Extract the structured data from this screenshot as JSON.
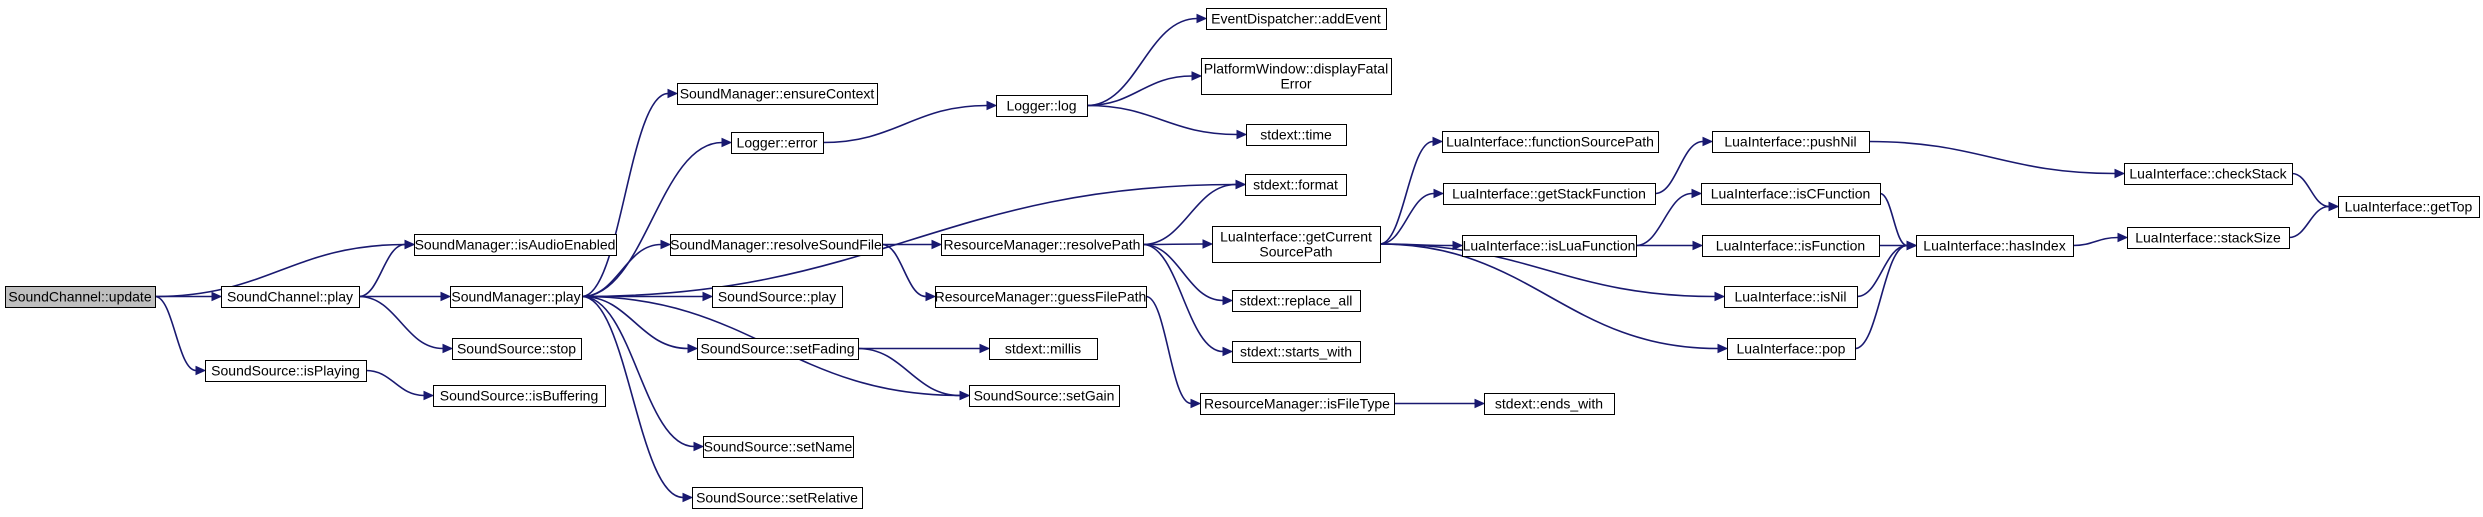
{
  "diagram": {
    "nodes": [
      {
        "id": "n1",
        "label": "SoundChannel::update",
        "root": true
      },
      {
        "id": "n2",
        "label": "SoundChannel::play"
      },
      {
        "id": "n3",
        "label": "SoundSource::isPlaying"
      },
      {
        "id": "n4",
        "label": "SoundManager::isAudioEnabled"
      },
      {
        "id": "n5",
        "label": "SoundManager::play"
      },
      {
        "id": "n6",
        "label": "SoundSource::stop"
      },
      {
        "id": "n7",
        "label": "SoundSource::isBuffering"
      },
      {
        "id": "n8",
        "label": "SoundManager::ensureContext"
      },
      {
        "id": "n9",
        "label": "Logger::error"
      },
      {
        "id": "n10",
        "label": "SoundManager::resolveSoundFile"
      },
      {
        "id": "n11",
        "label": "SoundSource::play"
      },
      {
        "id": "n12",
        "label": "SoundSource::setFading"
      },
      {
        "id": "n13",
        "label": "SoundSource::setName"
      },
      {
        "id": "n14",
        "label": "SoundSource::setRelative"
      },
      {
        "id": "n15",
        "label": "Logger::log"
      },
      {
        "id": "n16",
        "label": "ResourceManager::resolvePath"
      },
      {
        "id": "n17",
        "label": "ResourceManager::guessFilePath"
      },
      {
        "id": "n18",
        "label": "stdext::millis"
      },
      {
        "id": "n19",
        "label": "SoundSource::setGain"
      },
      {
        "id": "n20",
        "label": "EventDispatcher::addEvent"
      },
      {
        "id": "n21",
        "label": [
          "PlatformWindow::displayFatal",
          "Error"
        ]
      },
      {
        "id": "n22",
        "label": "stdext::time"
      },
      {
        "id": "n23",
        "label": "stdext::format"
      },
      {
        "id": "n24",
        "label": [
          "LuaInterface::getCurrent",
          "SourcePath"
        ]
      },
      {
        "id": "n25",
        "label": "stdext::replace_all"
      },
      {
        "id": "n26",
        "label": "stdext::starts_with"
      },
      {
        "id": "n27",
        "label": "ResourceManager::isFileType"
      },
      {
        "id": "n28",
        "label": "LuaInterface::functionSourcePath"
      },
      {
        "id": "n29",
        "label": "LuaInterface::getStackFunction"
      },
      {
        "id": "n30",
        "label": "LuaInterface::isLuaFunction"
      },
      {
        "id": "n31",
        "label": "stdext::ends_with"
      },
      {
        "id": "n32",
        "label": "LuaInterface::pushNil"
      },
      {
        "id": "n33",
        "label": "LuaInterface::isCFunction"
      },
      {
        "id": "n34",
        "label": "LuaInterface::isFunction"
      },
      {
        "id": "n35",
        "label": "LuaInterface::isNil"
      },
      {
        "id": "n36",
        "label": "LuaInterface::pop"
      },
      {
        "id": "n37",
        "label": "LuaInterface::hasIndex"
      },
      {
        "id": "n38",
        "label": "LuaInterface::checkStack"
      },
      {
        "id": "n39",
        "label": "LuaInterface::stackSize"
      },
      {
        "id": "n40",
        "label": "LuaInterface::getTop"
      }
    ],
    "edges": [
      [
        "n1",
        "n2"
      ],
      [
        "n1",
        "n3"
      ],
      [
        "n1",
        "n4"
      ],
      [
        "n2",
        "n4"
      ],
      [
        "n2",
        "n5"
      ],
      [
        "n2",
        "n6"
      ],
      [
        "n3",
        "n7"
      ],
      [
        "n5",
        "n8"
      ],
      [
        "n5",
        "n9"
      ],
      [
        "n5",
        "n23"
      ],
      [
        "n5",
        "n10"
      ],
      [
        "n5",
        "n11"
      ],
      [
        "n5",
        "n12"
      ],
      [
        "n5",
        "n13"
      ],
      [
        "n5",
        "n14"
      ],
      [
        "n5",
        "n19"
      ],
      [
        "n9",
        "n15"
      ],
      [
        "n10",
        "n16"
      ],
      [
        "n10",
        "n17"
      ],
      [
        "n12",
        "n18"
      ],
      [
        "n12",
        "n19"
      ],
      [
        "n15",
        "n20"
      ],
      [
        "n15",
        "n21"
      ],
      [
        "n15",
        "n22"
      ],
      [
        "n16",
        "n23"
      ],
      [
        "n16",
        "n24"
      ],
      [
        "n16",
        "n25"
      ],
      [
        "n16",
        "n26"
      ],
      [
        "n17",
        "n27"
      ],
      [
        "n24",
        "n28"
      ],
      [
        "n24",
        "n29"
      ],
      [
        "n24",
        "n30"
      ],
      [
        "n24",
        "n35"
      ],
      [
        "n24",
        "n36"
      ],
      [
        "n27",
        "n31"
      ],
      [
        "n29",
        "n32"
      ],
      [
        "n30",
        "n33"
      ],
      [
        "n30",
        "n34"
      ],
      [
        "n32",
        "n38"
      ],
      [
        "n33",
        "n37"
      ],
      [
        "n34",
        "n37"
      ],
      [
        "n35",
        "n37"
      ],
      [
        "n36",
        "n37"
      ],
      [
        "n37",
        "n39"
      ],
      [
        "n38",
        "n40"
      ],
      [
        "n39",
        "n40"
      ]
    ]
  }
}
